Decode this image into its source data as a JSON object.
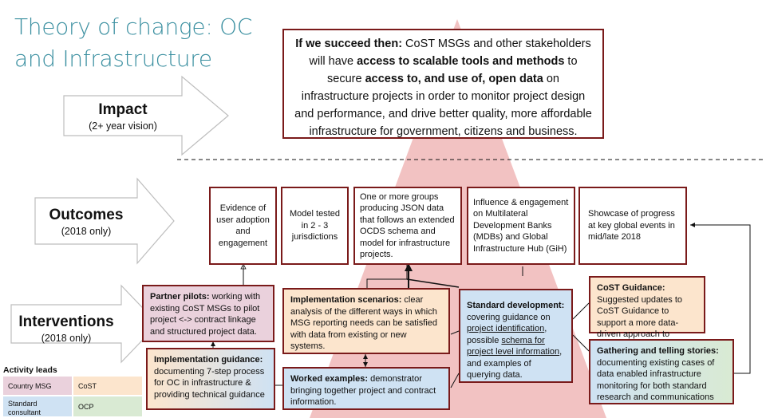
{
  "title": "Theory of change: OC and Infrastructure",
  "levels": {
    "impact": {
      "label": "Impact",
      "sub": "(2+ year vision)"
    },
    "outcomes": {
      "label": "Outcomes",
      "sub": "(2018 only)"
    },
    "interventions": {
      "label": "Interventions",
      "sub": "(2018 only)"
    }
  },
  "impact_box": {
    "lead": "If we succeed then:",
    "t1": " CoST MSGs and other stakeholders will have ",
    "b1": "access to scalable tools and methods",
    "t2": " to secure ",
    "b2": "access to, and use of, open data",
    "t3": " on infrastructure projects in order to monitor project design and performance, and drive better quality, more affordable infrastructure for government, citizens and business."
  },
  "outcomes": [
    "Evidence of user adoption and engagement",
    "Model tested in 2 - 3 jurisdictions",
    "One or more groups producing JSON data that follows an extended OCDS schema and model for infrastructure projects.",
    "Influence & engagement on Multilateral Development Banks (MDBs) and Global Infrastructure Hub (GiH)",
    "Showcase of progress at key global events in mid/late 2018"
  ],
  "interventions": {
    "partner_pilots": {
      "title": "Partner pilots:",
      "text": " working with existing CoST MSGs to pilot project <-> contract linkage and structured project data."
    },
    "impl_guidance": {
      "title": "Implementation guidance:",
      "text": " documenting 7-step process for OC in infrastructure & providing technical guidance"
    },
    "impl_scenarios": {
      "title": "Implementation scenarios:",
      "text": " clear analysis of the different ways in which MSG reporting needs can be satisfied with data from existing or new systems."
    },
    "worked_examples": {
      "title": "Worked examples:",
      "text": " demonstrator bringing together project and contract information."
    },
    "standard_dev": {
      "title": "Standard development:",
      "t1": " covering guidance on ",
      "u1": "project identification",
      "t2": ", possible ",
      "u2": "schema for project level information",
      "t3": ", and examples of querying data."
    },
    "cost_guidance": {
      "title": "CoST Guidance:",
      "text": " Suggested updates to CoST Guidance to support a more data-driven approach to monitoring."
    },
    "stories": {
      "title": "Gathering and telling stories:",
      "text": " documenting existing cases of data enabled infrastructure monitoring for both standard research and communications"
    }
  },
  "legend": {
    "title": "Activity leads",
    "country_msg": "Country MSG",
    "cost": "CoST",
    "standard_consultant": "Standard consultant",
    "ocp": "OCP"
  },
  "colors": {
    "title": "#3a8fa0",
    "border": "#7a1a1a",
    "triangle": "#f2c2c2",
    "country_msg": "#ead1dc",
    "cost": "#fce5cd",
    "standard_consultant": "#cfe2f3",
    "ocp": "#d9ead3"
  }
}
